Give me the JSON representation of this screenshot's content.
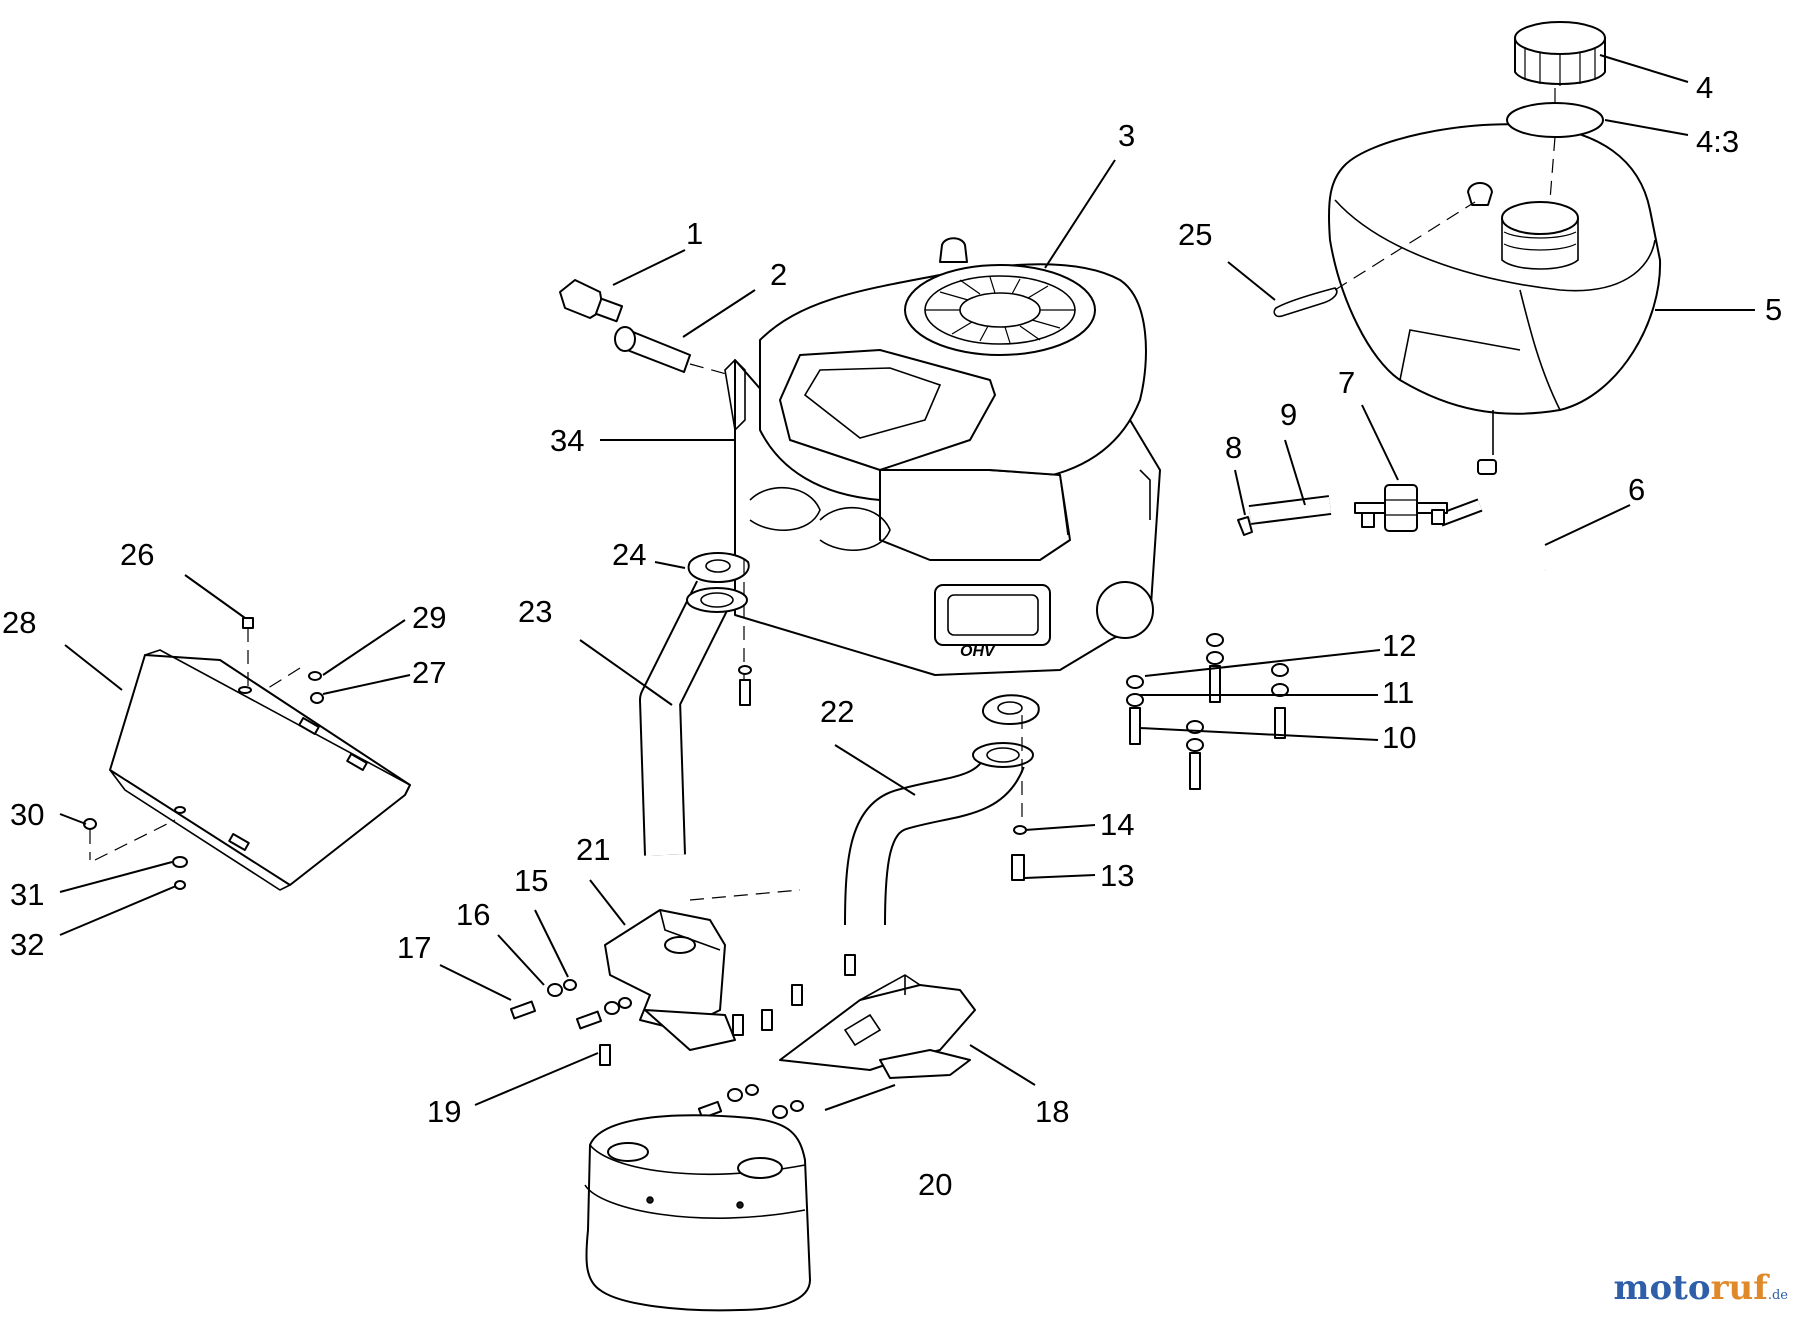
{
  "diagram": {
    "callouts": [
      "1",
      "2",
      "3",
      "4",
      "4:3",
      "5",
      "6",
      "7",
      "8",
      "9",
      "10",
      "11",
      "12",
      "13",
      "14",
      "15",
      "16",
      "17",
      "18",
      "19",
      "20",
      "21",
      "22",
      "23",
      "24",
      "25",
      "26",
      "27",
      "28",
      "29",
      "30",
      "31",
      "32",
      "34"
    ]
  },
  "watermark": {
    "part1": "moto",
    "part2": "ruf",
    "tld": ".de"
  }
}
